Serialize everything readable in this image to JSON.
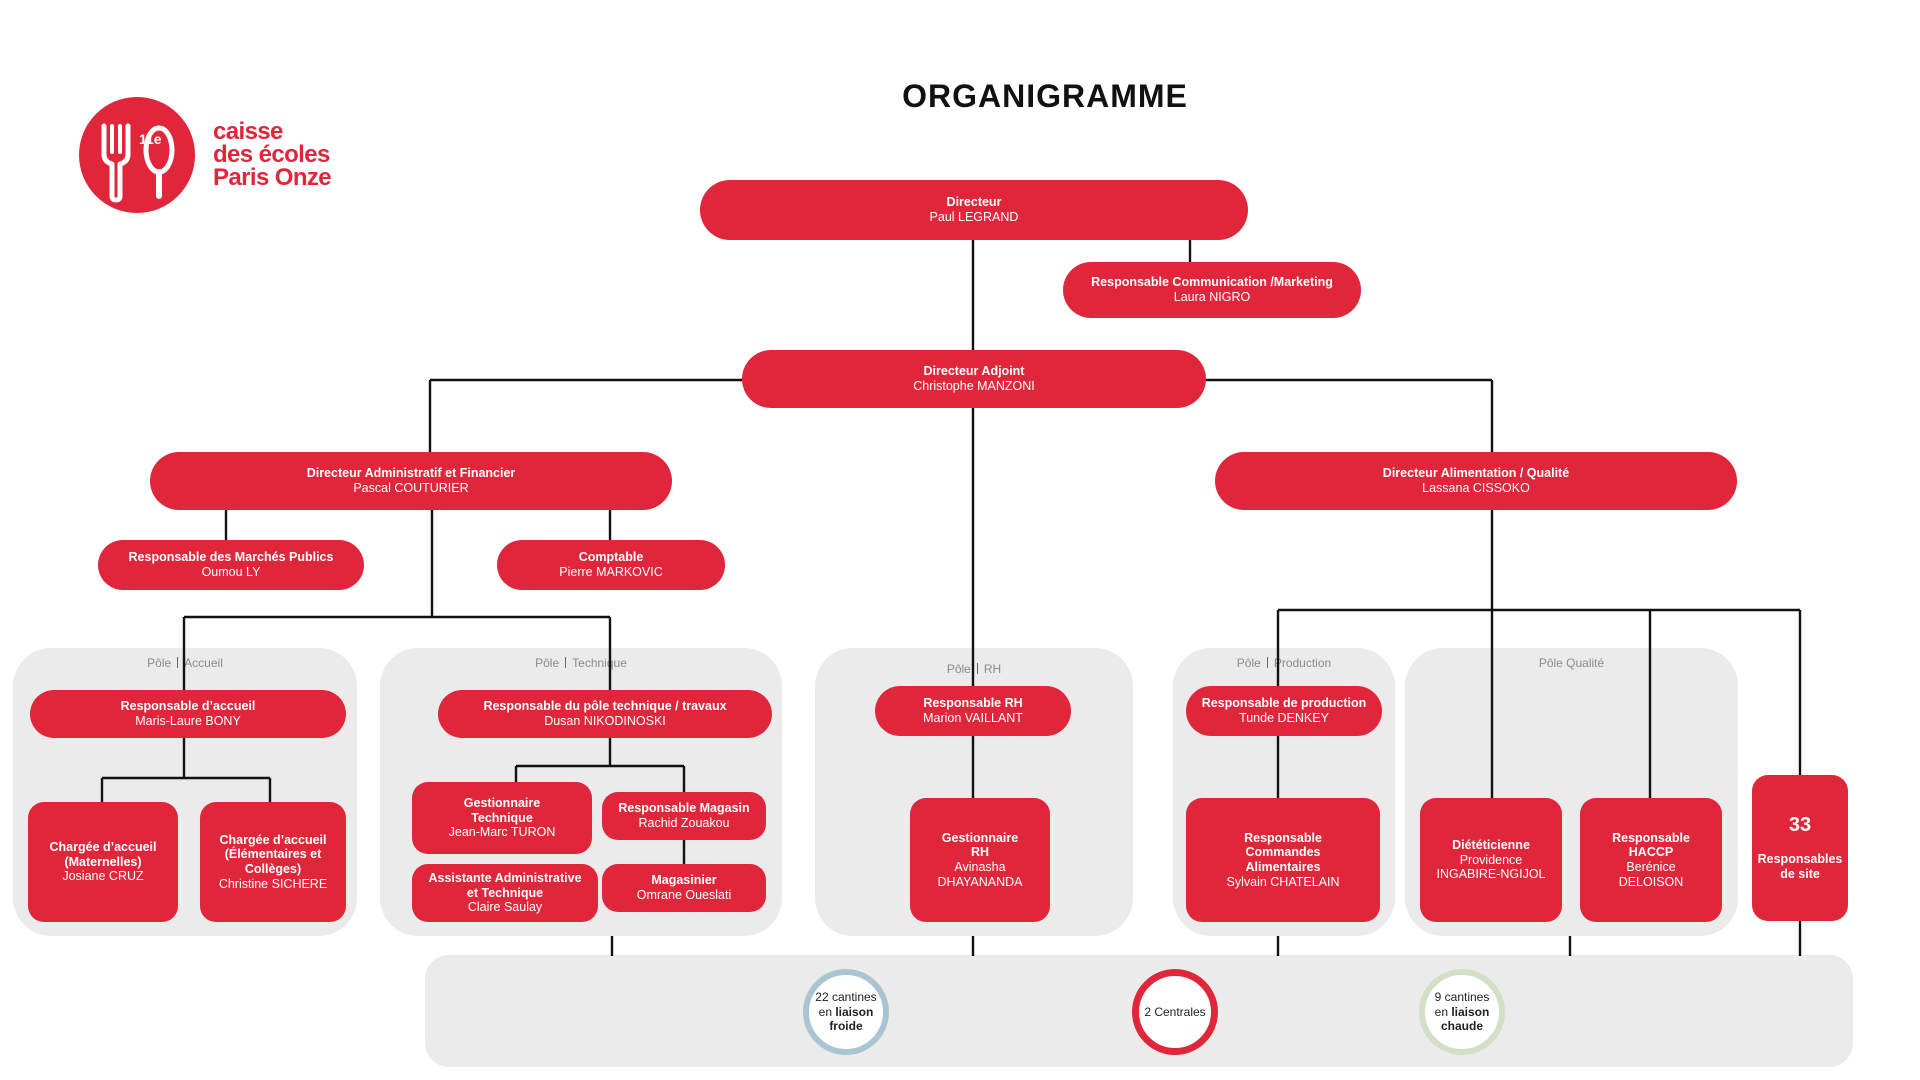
{
  "title": "ORGANIGRAMME",
  "brand": {
    "logo_mark": "11e",
    "line1": "caisse",
    "line2": "des écoles",
    "line3": "Paris Onze",
    "color": "#e0263b"
  },
  "colors": {
    "accent": "#e0263b",
    "panel": "#ebebeb",
    "connector": "#111111",
    "circle_froide": "#a9c5d3",
    "circle_centrales": "#e0263b",
    "circle_chaude": "#d3dfc7"
  },
  "nodes": {
    "directeur": {
      "title": "Directeur",
      "name": "Paul LEGRAND"
    },
    "communication": {
      "title": "Responsable Communication /Marketing",
      "name": "Laura NIGRO"
    },
    "adjoint": {
      "title": "Directeur Adjoint",
      "name": "Christophe MANZONI"
    },
    "daf": {
      "title": "Directeur Administratif et Financier",
      "name": "Pascal COUTURIER"
    },
    "dalim": {
      "title": "Directeur Alimentation / Qualité",
      "name": "Lassana CISSOKO"
    },
    "marches": {
      "title": "Responsable des Marchés Publics",
      "name": "Oumou LY"
    },
    "comptable": {
      "title": "Comptable",
      "name": "Pierre MARKOVIC"
    },
    "resp_accueil": {
      "title": "Responsable d’accueil",
      "name": "Maris-Laure BONY"
    },
    "accueil_mat": {
      "title": "Chargée d’accueil\n(Maternelles)",
      "name": "Josiane CRUZ"
    },
    "accueil_elem": {
      "title": "Chargée d’accueil\n(Élémentaires et\nCollèges)",
      "name": "Christine SICHERE"
    },
    "resp_tech": {
      "title": "Responsable du pôle technique / travaux",
      "name": "Dusan NIKODINOSKI"
    },
    "gest_tech": {
      "title": "Gestionnaire\nTechnique",
      "name": "Jean-Marc TURON"
    },
    "resp_magasin": {
      "title": "Responsable Magasin",
      "name": "Rachid Zouakou"
    },
    "assistante": {
      "title": "Assistante Administrative\net Technique",
      "name": "Claire  Saulay"
    },
    "magasinier": {
      "title": "Magasinier",
      "name": "Omrane Oueslati"
    },
    "resp_rh": {
      "title": "Responsable RH",
      "name": "Marion VAILLANT"
    },
    "gest_rh": {
      "title": "Gestionnaire\nRH",
      "name": "Avinasha\nDHAYANANDA"
    },
    "resp_prod": {
      "title": "Responsable de production",
      "name": "Tunde DENKEY"
    },
    "resp_cmd": {
      "title": "Responsable\nCommandes\nAlimentaires",
      "name": "Sylvain CHATELAIN"
    },
    "dieteticienne": {
      "title": "Diététicienne",
      "name": "Providence\nINGABIRE-NGIJOL"
    },
    "haccp": {
      "title": "Responsable\nHACCP",
      "name": "Berénice\nDELOISON"
    },
    "site": {
      "count": "33",
      "title": "Responsables\nde site"
    }
  },
  "poles": {
    "accueil": {
      "label": "Pôle",
      "name": "Accueil"
    },
    "technique": {
      "label": "Pôle",
      "name": "Technique"
    },
    "rh": {
      "label": "Pôle",
      "name": "RH"
    },
    "production": {
      "label": "Pôle",
      "name": "Production"
    },
    "qualite": {
      "label": "Pôle Qualité"
    }
  },
  "sites": {
    "froide": {
      "line1": "22 cantines",
      "pre": "en ",
      "bold": "liaison",
      "line3": "froide"
    },
    "centrales": {
      "text": "2 Centrales"
    },
    "chaude": {
      "line1": "9 cantines",
      "pre": "en ",
      "bold": "liaison",
      "line3": "chaude"
    }
  }
}
